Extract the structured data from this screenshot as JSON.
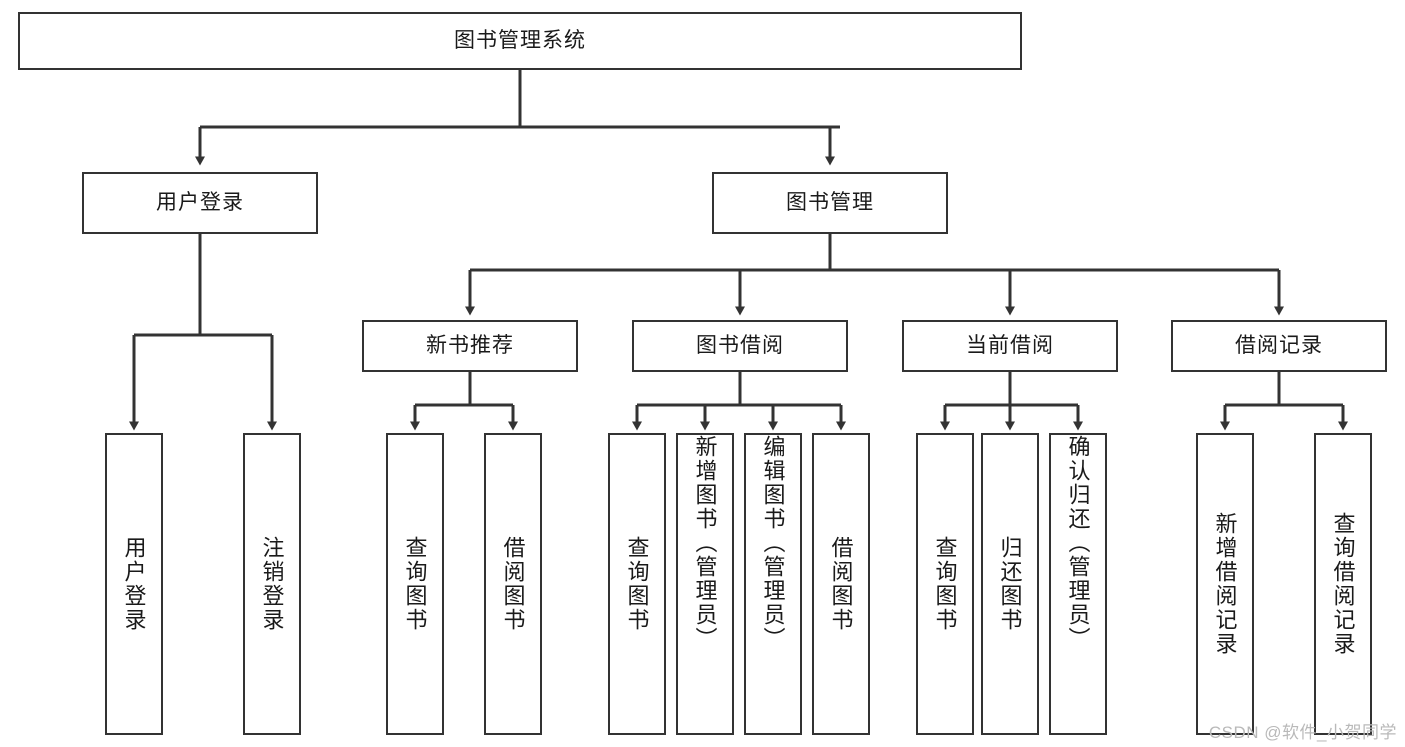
{
  "diagram": {
    "type": "tree-hierarchy",
    "title": "图书管理系统",
    "root": {
      "id": "root",
      "label": "图书管理系统"
    },
    "level2": [
      {
        "id": "user-login",
        "label": "用户登录"
      },
      {
        "id": "book-manage",
        "label": "图书管理"
      }
    ],
    "level3": [
      {
        "id": "new-book-rec",
        "label": "新书推荐",
        "parent": "book-manage"
      },
      {
        "id": "book-borrow",
        "label": "图书借阅",
        "parent": "book-manage"
      },
      {
        "id": "current-borrow",
        "label": "当前借阅",
        "parent": "book-manage"
      },
      {
        "id": "borrow-record",
        "label": "借阅记录",
        "parent": "book-manage"
      }
    ],
    "leaves": [
      {
        "id": "leaf-user-login",
        "label": "用户登录",
        "parent": "user-login",
        "align": "centered"
      },
      {
        "id": "leaf-user-logout",
        "label": "注销登录",
        "parent": "user-login",
        "align": "centered"
      },
      {
        "id": "leaf-query-book-1",
        "label": "查询图书",
        "parent": "new-book-rec",
        "align": "centered"
      },
      {
        "id": "leaf-borrow-book-1",
        "label": "借阅图书",
        "parent": "new-book-rec",
        "align": "centered"
      },
      {
        "id": "leaf-query-book-2",
        "label": "查询图书",
        "parent": "book-borrow",
        "align": "centered"
      },
      {
        "id": "leaf-add-book",
        "label": "新增图书（管理员）",
        "parent": "book-borrow",
        "align": "top"
      },
      {
        "id": "leaf-edit-book",
        "label": "编辑图书（管理员）",
        "parent": "book-borrow",
        "align": "top"
      },
      {
        "id": "leaf-borrow-book-2",
        "label": "借阅图书",
        "parent": "book-borrow",
        "align": "centered"
      },
      {
        "id": "leaf-query-book-3",
        "label": "查询图书",
        "parent": "current-borrow",
        "align": "centered"
      },
      {
        "id": "leaf-return-book",
        "label": "归还图书",
        "parent": "current-borrow",
        "align": "centered"
      },
      {
        "id": "leaf-confirm-return",
        "label": "确认归还（管理员）",
        "parent": "current-borrow",
        "align": "top"
      },
      {
        "id": "leaf-add-record",
        "label": "新增借阅记录",
        "parent": "borrow-record",
        "align": "centered"
      },
      {
        "id": "leaf-query-record",
        "label": "查询借阅记录",
        "parent": "borrow-record",
        "align": "centered"
      }
    ],
    "colors": {
      "stroke": "#333333",
      "box_fill": "#ffffff",
      "text": "#1a1a1a",
      "background": "#ffffff",
      "watermark": "#b9b9b9"
    }
  },
  "watermark": {
    "text": "CSDN @软件_小贺同学"
  }
}
